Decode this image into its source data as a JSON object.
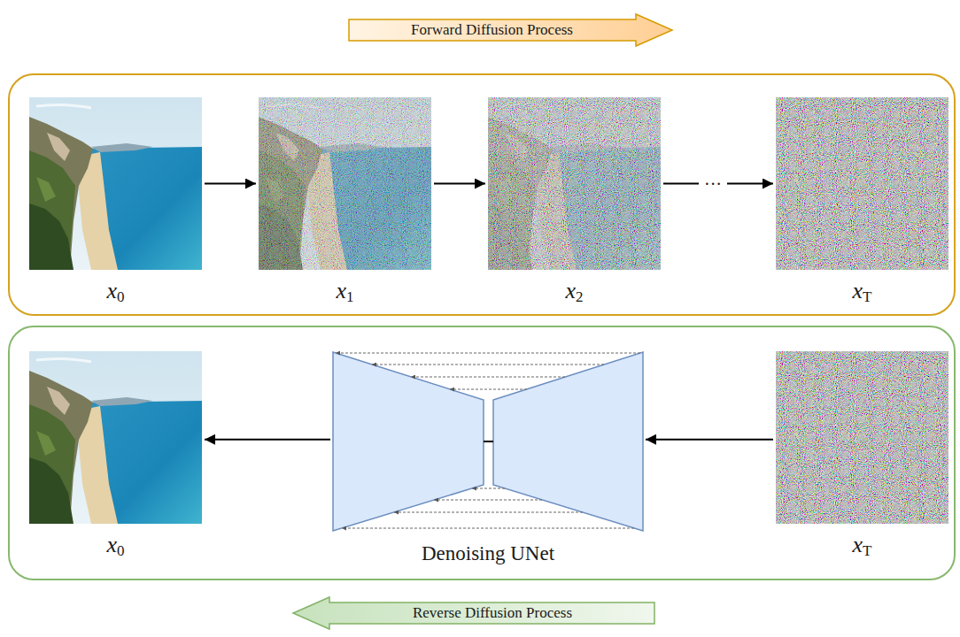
{
  "diagram": {
    "nodes": [
      {
        "text": [
          "Forward Diffusion Process"
        ]
      },
      {
        "text": [
          "x0"
        ]
      },
      {
        "text": [
          "x1"
        ]
      },
      {
        "text": [
          "x2"
        ]
      },
      {
        "text": [
          "xT"
        ]
      },
      {
        "text": [
          "x0"
        ]
      },
      {
        "text": [
          "Denoising UNet"
        ]
      },
      {
        "text": [
          "xT"
        ]
      },
      {
        "text": [
          "Reverse Diffusion Process"
        ]
      }
    ],
    "edges": [
      {
        "from": 1,
        "to": 2,
        "arrow": "to"
      },
      {
        "from": 2,
        "to": 3,
        "arrow": "to"
      },
      {
        "from": 3,
        "to": 4,
        "label": "···",
        "arrow": "to"
      },
      {
        "from": 7,
        "to": 6,
        "arrow": "to"
      },
      {
        "from": 6,
        "to": 5,
        "arrow": "to"
      }
    ]
  }
}
